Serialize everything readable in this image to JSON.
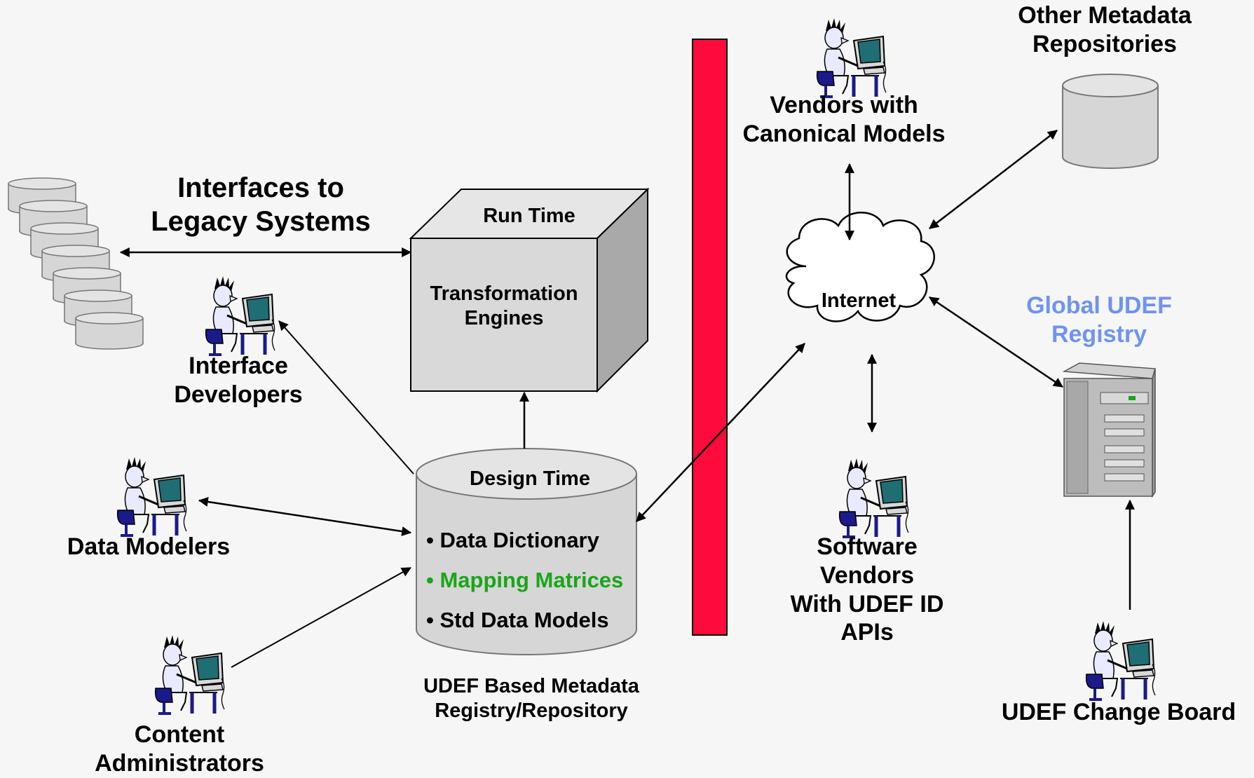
{
  "colors": {
    "background": "#f6f6f6",
    "firewall": "#ff0a3c",
    "cylinder_fill": "#d6d6d6",
    "highlight_green": "#1aa51a",
    "registry_blue": "#6f93f2"
  },
  "icons": {
    "person": "person-at-computer-icon",
    "database": "database-cylinder-icon",
    "server": "server-tower-icon",
    "cloud": "cloud-icon"
  },
  "labels": {
    "interfaces_legacy": [
      "Interfaces to",
      "Legacy Systems"
    ],
    "run_time": "Run Time",
    "transformation_engines": [
      "Transformation",
      "Engines"
    ],
    "interface_developers": [
      "Interface",
      "Developers"
    ],
    "data_modelers": "Data Modelers",
    "content_administrators": [
      "Content",
      "Administrators"
    ],
    "design_time": "Design Time",
    "design_items": [
      "• Data Dictionary",
      "• Mapping Matrices",
      "• Std Data Models"
    ],
    "udef_registry": [
      "UDEF Based Metadata",
      "Registry/Repository"
    ],
    "vendors_canonical": [
      "Vendors with",
      "Canonical Models"
    ],
    "internet": "Internet",
    "software_vendors": [
      "Software",
      "Vendors",
      "With UDEF ID",
      "APIs"
    ],
    "other_repositories": [
      "Other Metadata",
      "Repositories"
    ],
    "global_registry": [
      "Global UDEF",
      "Registry"
    ],
    "change_board": "UDEF Change Board"
  }
}
